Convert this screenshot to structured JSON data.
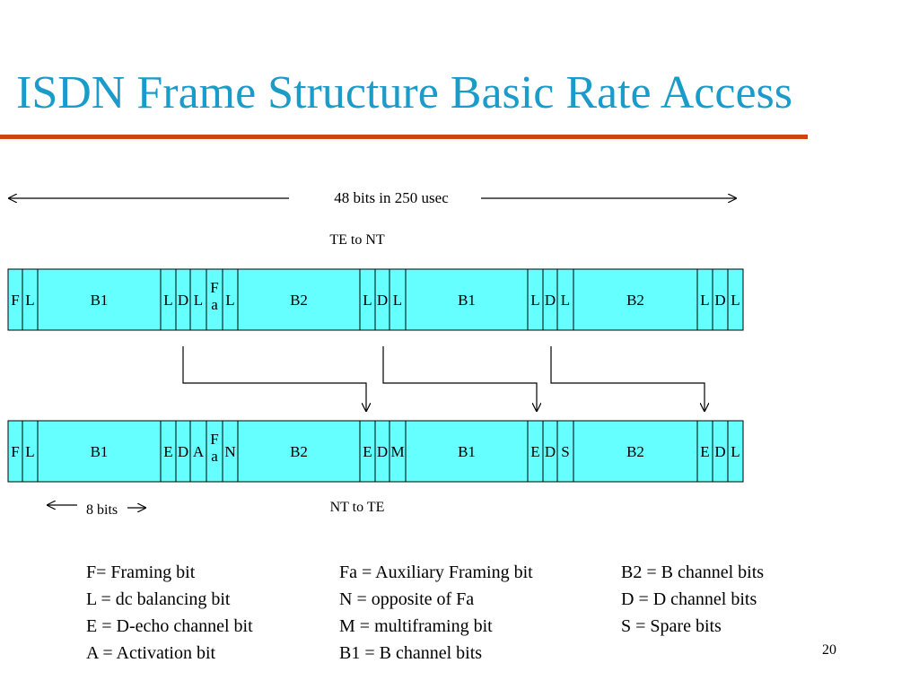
{
  "title": "ISDN Frame Structure Basic  Rate Access",
  "colors": {
    "title": "#1a9bc9",
    "rule": "#cc4411",
    "cell_fill": "#66ffff"
  },
  "span_label": "48 bits in 250 usec",
  "te_to_nt_label": "TE to NT",
  "nt_to_te_label": "NT to TE",
  "bits_label": "8 bits",
  "frames": {
    "te_to_nt": [
      "F",
      "L",
      "B1",
      "L",
      "D",
      "L",
      "Fa",
      "L",
      "B2",
      "L",
      "D",
      "L",
      "B1",
      "L",
      "D",
      "L",
      "B2",
      "L",
      "D",
      "L"
    ],
    "nt_to_te": [
      "F",
      "L",
      "B1",
      "E",
      "D",
      "A",
      "Fa",
      "N",
      "B2",
      "E",
      "D",
      "M",
      "B1",
      "E",
      "D",
      "S",
      "B2",
      "E",
      "D",
      "L"
    ]
  },
  "legend": {
    "col1": [
      "F= Framing bit",
      "L = dc balancing bit",
      "E = D-echo channel bit",
      "A = Activation bit"
    ],
    "col2": [
      "Fa = Auxiliary Framing bit",
      "N = opposite of Fa",
      "M = multiframing bit",
      "B1 = B channel bits"
    ],
    "col3": [
      "B2 = B channel bits",
      "D = D channel bits",
      "S = Spare bits"
    ]
  },
  "page_number": "20"
}
